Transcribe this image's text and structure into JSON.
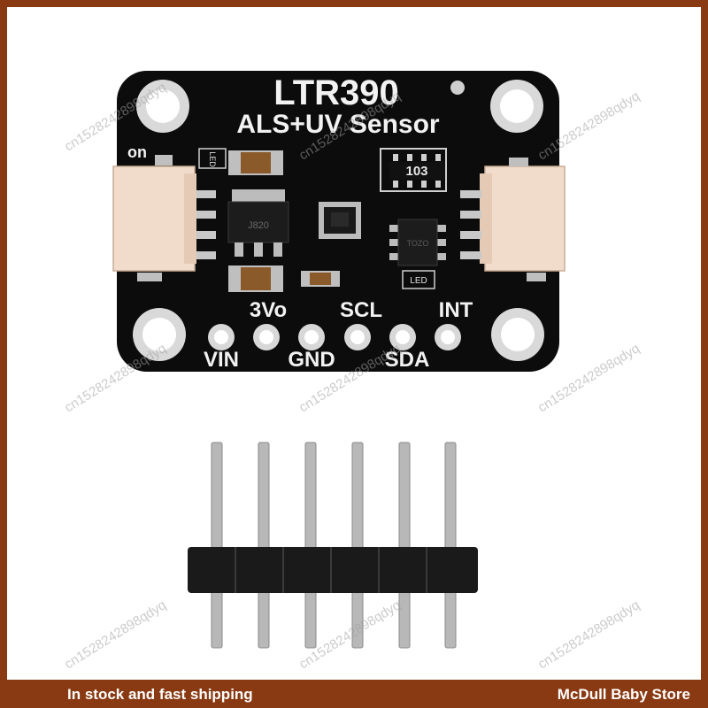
{
  "board": {
    "title": "LTR390",
    "subtitle": "ALS+UV Sensor",
    "edge_text": "on",
    "pins_top": [
      "3Vo",
      "SCL",
      "INT"
    ],
    "pins_bottom": [
      "VIN",
      "GND",
      "SDA"
    ],
    "resistor_code": "103",
    "led_label": "LED",
    "regulator_code": "J820",
    "chip_code": "TOZO"
  },
  "watermark": "cn1528242898qdyq",
  "footer": {
    "left": "In stock and fast shipping",
    "right": "McDull Baby Store"
  },
  "colors": {
    "frame": "#8a3a12",
    "pcb": "#0c0c0c",
    "connector": "#f1dccb"
  }
}
